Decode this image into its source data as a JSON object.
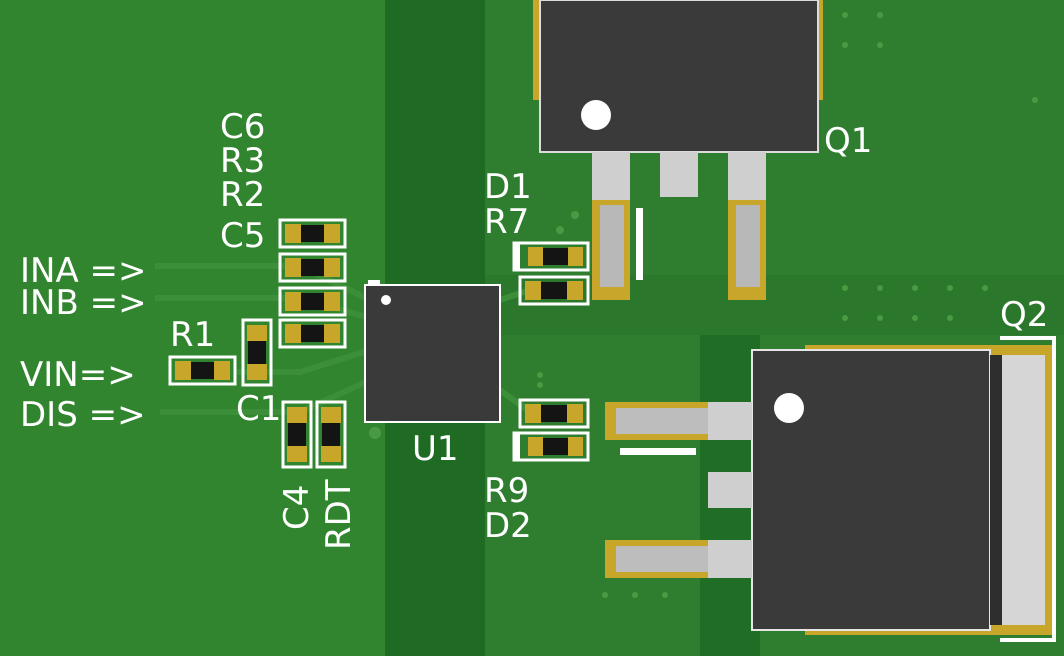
{
  "board": {
    "colors": {
      "copper_plane": "#2f7d2f",
      "copper_plane_alt": "#32852f",
      "board_dark": "#1f6b24",
      "pad_gold": "#c8a62a",
      "silkscreen": "#ffffff",
      "ic_body": "#3a3a3a",
      "smd_body": "#141414",
      "tab_metal": "#cfcfcf"
    },
    "labels": {
      "ina": "INA =>",
      "inb": "INB =>",
      "vin": "VIN=>",
      "dis": "DIS =>"
    },
    "refdes": {
      "c6": "C6",
      "r3": "R3",
      "r2": "R2",
      "c5": "C5",
      "r1": "R1",
      "c1": "C1",
      "c4": "C4",
      "rdt": "RDT",
      "u1": "U1",
      "d1": "D1",
      "r7": "R7",
      "r9": "R9",
      "d2": "D2",
      "q1": "Q1",
      "q2": "Q2"
    }
  }
}
